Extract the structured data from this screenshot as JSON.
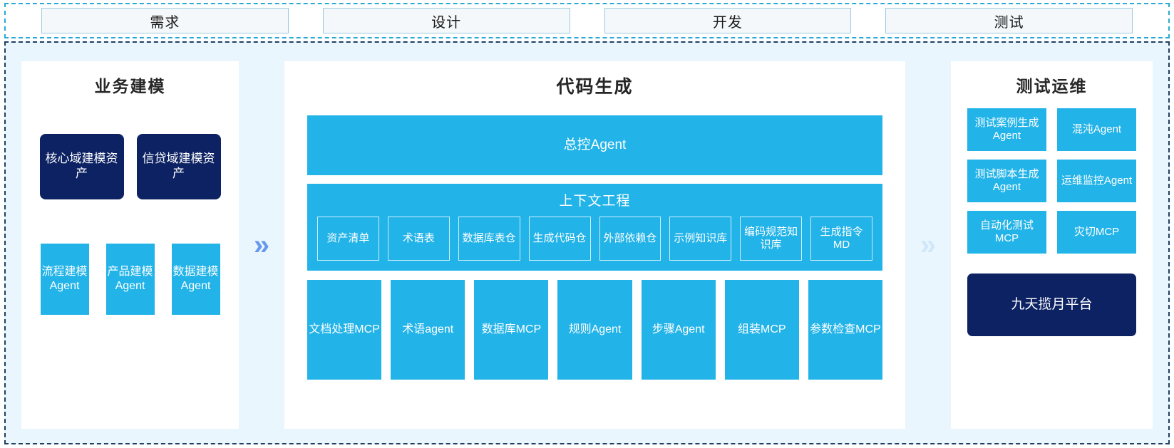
{
  "phases": {
    "items": [
      {
        "label": "需求"
      },
      {
        "label": "设计"
      },
      {
        "label": "开发"
      },
      {
        "label": "测试"
      }
    ]
  },
  "arrows": {
    "glyph": "»",
    "left_name": "arrow-business-to-code",
    "right_name": "arrow-code-to-test"
  },
  "left_panel": {
    "title": "业务建模",
    "assets": [
      {
        "label": "核心域建模资产"
      },
      {
        "label": "信贷域建模资产"
      }
    ],
    "agents": [
      {
        "label": "流程建模Agent"
      },
      {
        "label": "产品建模Agent"
      },
      {
        "label": "数据建模Agent"
      }
    ]
  },
  "center_panel": {
    "title": "代码生成",
    "master_agent": "总控Agent",
    "context": {
      "title": "上下文工程",
      "items": [
        {
          "label": "资产清单"
        },
        {
          "label": "术语表"
        },
        {
          "label": "数据库表仓"
        },
        {
          "label": "生成代码仓"
        },
        {
          "label": "外部依赖仓"
        },
        {
          "label": "示例知识库"
        },
        {
          "label": "编码规范知识库"
        },
        {
          "label": "生成指令MD"
        }
      ]
    },
    "tools": [
      {
        "label": "文档处理MCP"
      },
      {
        "label": "术语agent"
      },
      {
        "label": "数据库MCP"
      },
      {
        "label": "规则Agent"
      },
      {
        "label": "步骤Agent"
      },
      {
        "label": "组装MCP"
      },
      {
        "label": "参数检查MCP"
      }
    ]
  },
  "right_panel": {
    "title": "测试运维",
    "items": [
      {
        "label": "测试案例生成Agent"
      },
      {
        "label": "混沌Agent"
      },
      {
        "label": "测试脚本生成Agent"
      },
      {
        "label": "运维监控Agent"
      },
      {
        "label": "自动化测试MCP"
      },
      {
        "label": "灾切MCP"
      }
    ],
    "platform": "九天揽月平台"
  },
  "colors": {
    "accent_blue": "#22b3e8",
    "navy": "#0d2263",
    "panel_bg": "#e9f6fd",
    "arrow": "#6699ee",
    "phase_border": "#9ccbdf",
    "outer_dash_top": "#2aa9d6",
    "outer_dash_main": "#1f3f63"
  }
}
